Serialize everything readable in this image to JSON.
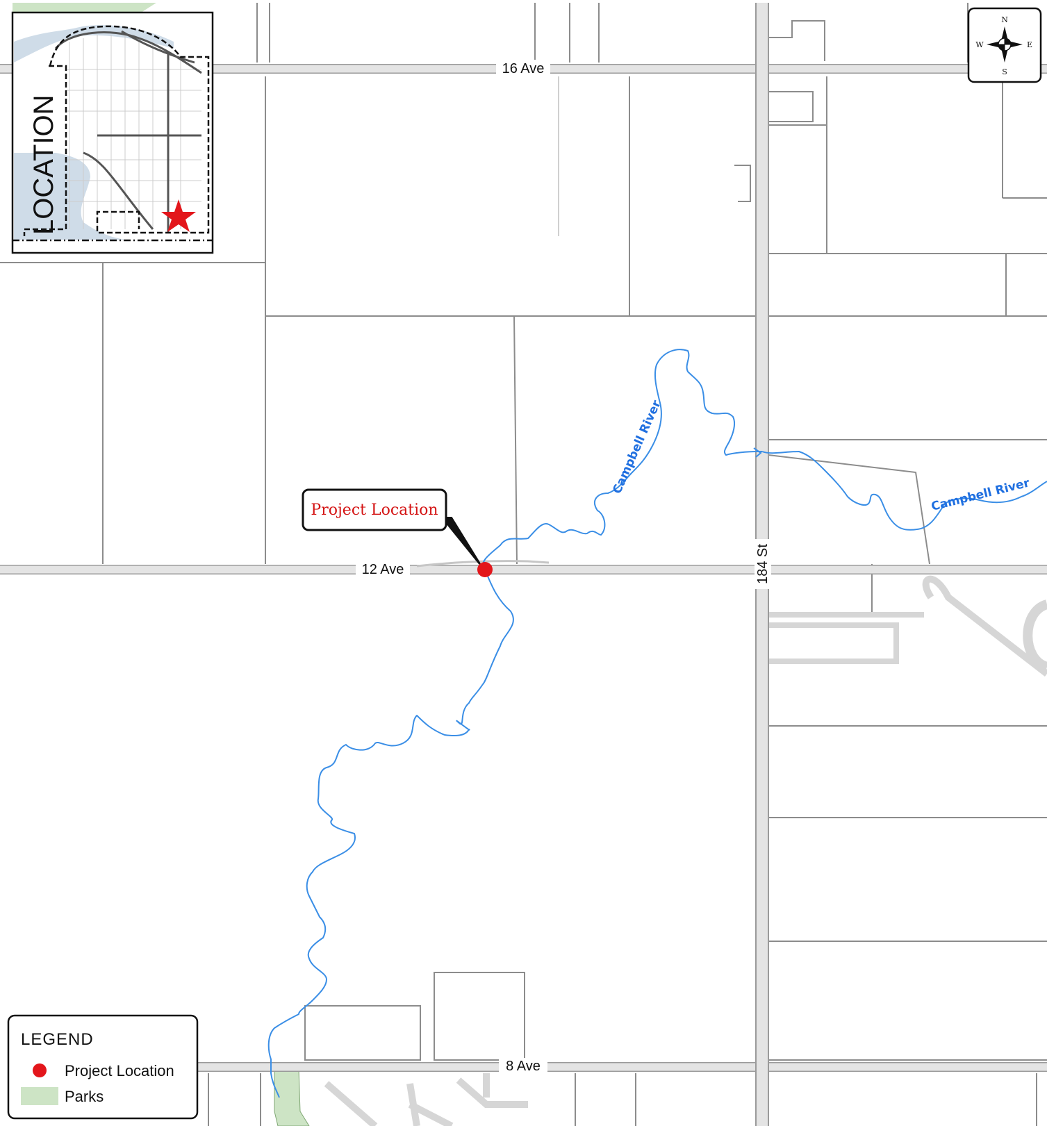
{
  "roads": {
    "ave16": "16 Ave",
    "ave12": "12 Ave",
    "ave8": "8 Ave",
    "st184": "184 St"
  },
  "rivers": {
    "name_upper": "Campbell River",
    "name_right": "Campbell River"
  },
  "callout": {
    "label": "Project Location"
  },
  "compass": {
    "n": "N",
    "s": "S",
    "e": "E",
    "w": "W"
  },
  "inset": {
    "label": "LOCATION"
  },
  "legend": {
    "title": "LEGEND",
    "items": [
      {
        "label": "Project Location",
        "symbol": "red-dot",
        "color": "#e3161b"
      },
      {
        "label": "Parks",
        "symbol": "green-swatch",
        "color": "#cde4c5"
      }
    ]
  },
  "colors": {
    "river": "#3a8ee6",
    "project_marker": "#e3161b",
    "park": "#cde4c5",
    "water_inset": "#cfdce8"
  }
}
